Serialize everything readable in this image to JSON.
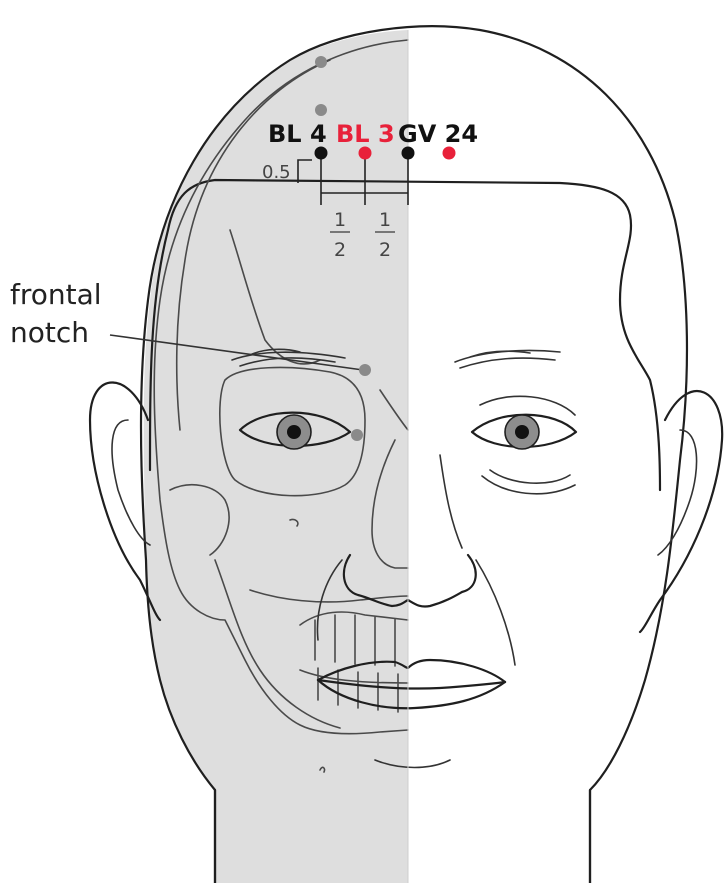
{
  "labels": {
    "bl4": "BL 4",
    "bl3": "BL 3",
    "gv24": "GV 24",
    "distance": "0.5",
    "frac_left_num": "1",
    "frac_left_den": "2",
    "frac_right_num": "1",
    "frac_right_den": "2",
    "frontal_line1": "frontal",
    "frontal_line2": "notch"
  },
  "colors": {
    "black_point": "#111111",
    "red_point": "#e8213a",
    "gray_point": "#8a8a8a",
    "skull_fill": "#e3e3e3",
    "half_fill": "#dedede"
  }
}
